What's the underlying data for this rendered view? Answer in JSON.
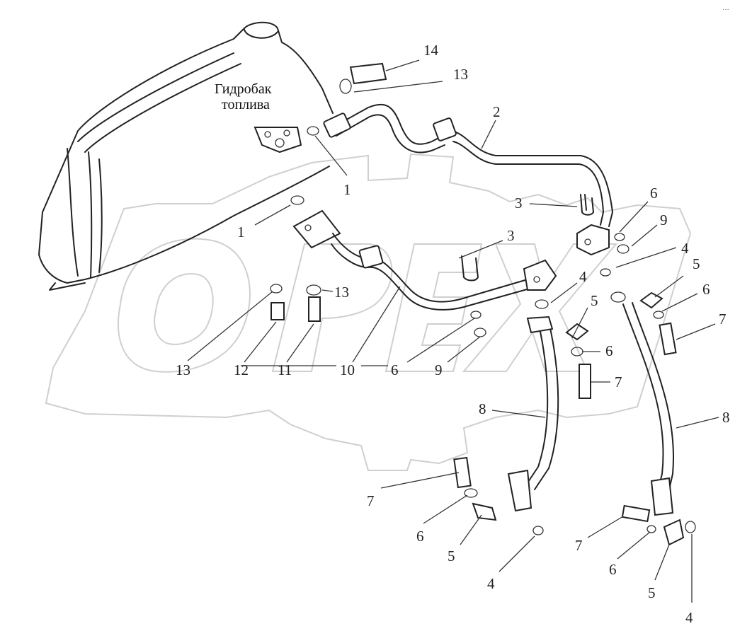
{
  "title": {
    "line1": "Гидробак",
    "line2": "топлива"
  },
  "watermark": "OPEX",
  "corner_mark": "…",
  "callouts": [
    {
      "id": "c14",
      "text": "14"
    },
    {
      "id": "c13a",
      "text": "13"
    },
    {
      "id": "c2",
      "text": "2"
    },
    {
      "id": "c1a",
      "text": "1"
    },
    {
      "id": "c1b",
      "text": "1"
    },
    {
      "id": "c3a",
      "text": "3"
    },
    {
      "id": "c6a",
      "text": "6"
    },
    {
      "id": "c9a",
      "text": "9"
    },
    {
      "id": "c3b",
      "text": "3"
    },
    {
      "id": "c4a",
      "text": "4"
    },
    {
      "id": "c4b",
      "text": "4"
    },
    {
      "id": "c5a",
      "text": "5"
    },
    {
      "id": "c6b",
      "text": "6"
    },
    {
      "id": "c7a",
      "text": "7"
    },
    {
      "id": "c13b",
      "text": "13"
    },
    {
      "id": "c5b",
      "text": "5"
    },
    {
      "id": "c6c",
      "text": "6"
    },
    {
      "id": "c7b",
      "text": "7"
    },
    {
      "id": "c13c",
      "text": "13"
    },
    {
      "id": "c12",
      "text": "12"
    },
    {
      "id": "c11",
      "text": "11"
    },
    {
      "id": "c10",
      "text": "10"
    },
    {
      "id": "c6d",
      "text": "6"
    },
    {
      "id": "c9b",
      "text": "9"
    },
    {
      "id": "c8a",
      "text": "8"
    },
    {
      "id": "c8b",
      "text": "8"
    },
    {
      "id": "c7c",
      "text": "7"
    },
    {
      "id": "c6e",
      "text": "6"
    },
    {
      "id": "c5c",
      "text": "5"
    },
    {
      "id": "c4c",
      "text": "4"
    },
    {
      "id": "c7d",
      "text": "7"
    },
    {
      "id": "c6f",
      "text": "6"
    },
    {
      "id": "c5d",
      "text": "5"
    },
    {
      "id": "c4d",
      "text": "4"
    }
  ]
}
